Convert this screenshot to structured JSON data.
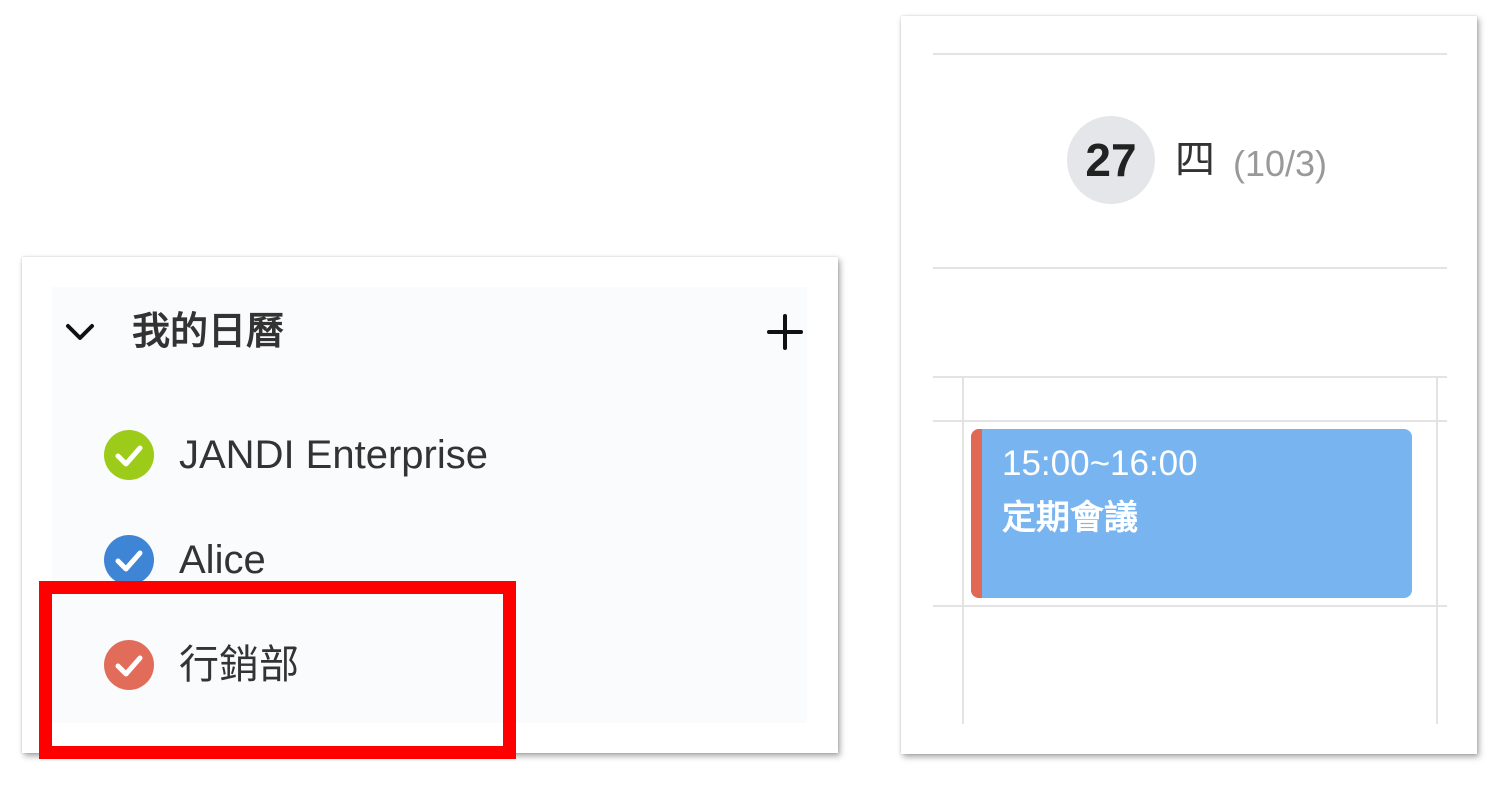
{
  "sidebar": {
    "section_title": "我的日曆",
    "calendars": [
      {
        "label": "JANDI Enterprise",
        "color": "#9ccb1a",
        "checked": true
      },
      {
        "label": "Alice",
        "color": "#3f85d6",
        "checked": true
      },
      {
        "label": "行銷部",
        "color": "#e26c5a",
        "checked": true
      }
    ],
    "icons": {
      "collapse": "chevron-down-icon",
      "add": "plus-icon",
      "check": "check-icon"
    }
  },
  "day_view": {
    "date_number": "27",
    "weekday": "四",
    "date_sub": "(10/3)",
    "event": {
      "time": "15:00~16:00",
      "title": "定期會議",
      "color": "#78b4ef",
      "stripe_color": "#e16852"
    }
  },
  "highlight_color": "#ff0000"
}
